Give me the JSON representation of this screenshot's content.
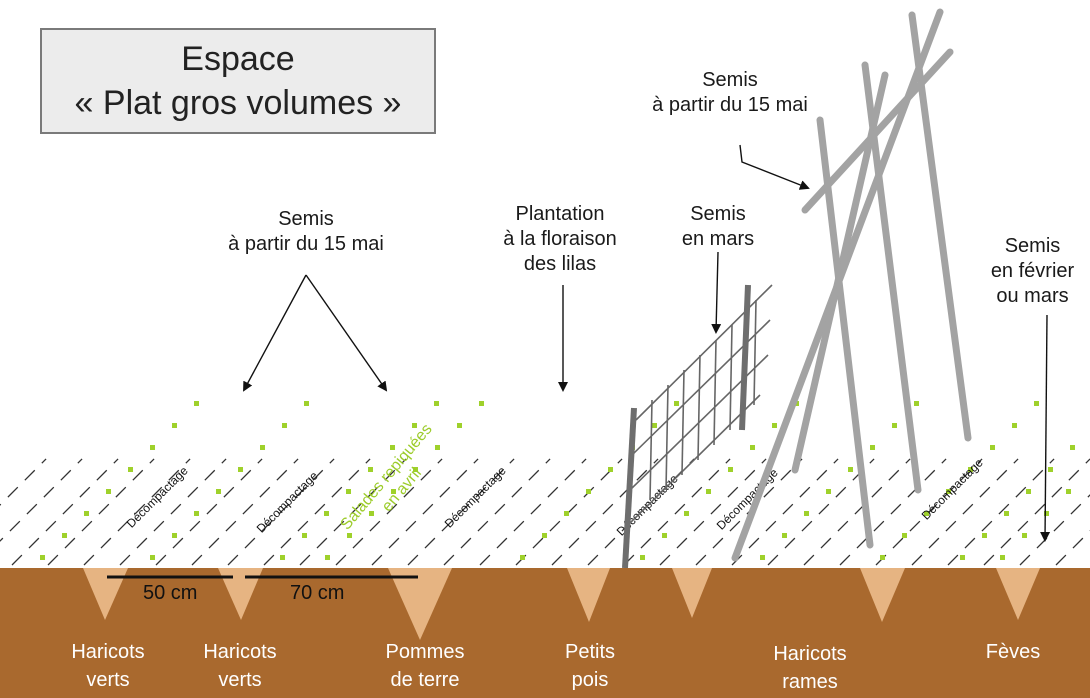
{
  "title": {
    "line1": "Espace",
    "line2": "« Plat gros volumes »"
  },
  "annotations": {
    "semis_pole": {
      "line1": "Semis",
      "line2": "à partir du 15 mai"
    },
    "semis_left": {
      "line1": "Semis",
      "line2": "à partir du 15 mai"
    },
    "plantation": {
      "line1": "Plantation",
      "line2": "à la floraison",
      "line3": "des lilas"
    },
    "semis_mars": {
      "line1": "Semis",
      "line2": "en mars"
    },
    "semis_feves": {
      "line1": "Semis",
      "line2": "en février",
      "line3": "ou mars"
    }
  },
  "salades": {
    "line1": "Salades repiquées",
    "line2": "en avril"
  },
  "decompactage_label": "Décompactage",
  "measures": {
    "m1": "50 cm",
    "m2": "70 cm"
  },
  "crops": [
    {
      "line1": "Haricots",
      "line2": "verts"
    },
    {
      "line1": "Haricots",
      "line2": "verts"
    },
    {
      "line1": "Pommes",
      "line2": "de terre"
    },
    {
      "line1": "Petits",
      "line2": "pois"
    },
    {
      "line1": "Haricots",
      "line2": "rames"
    },
    {
      "line1": "Fèves",
      "line2": ""
    }
  ],
  "colors": {
    "soil": "#a9692e",
    "furrow": "#e6b482",
    "seed_green": "#9fd12b",
    "stake_gray": "#a3a3a3",
    "label_green": "#9ccc2a"
  }
}
